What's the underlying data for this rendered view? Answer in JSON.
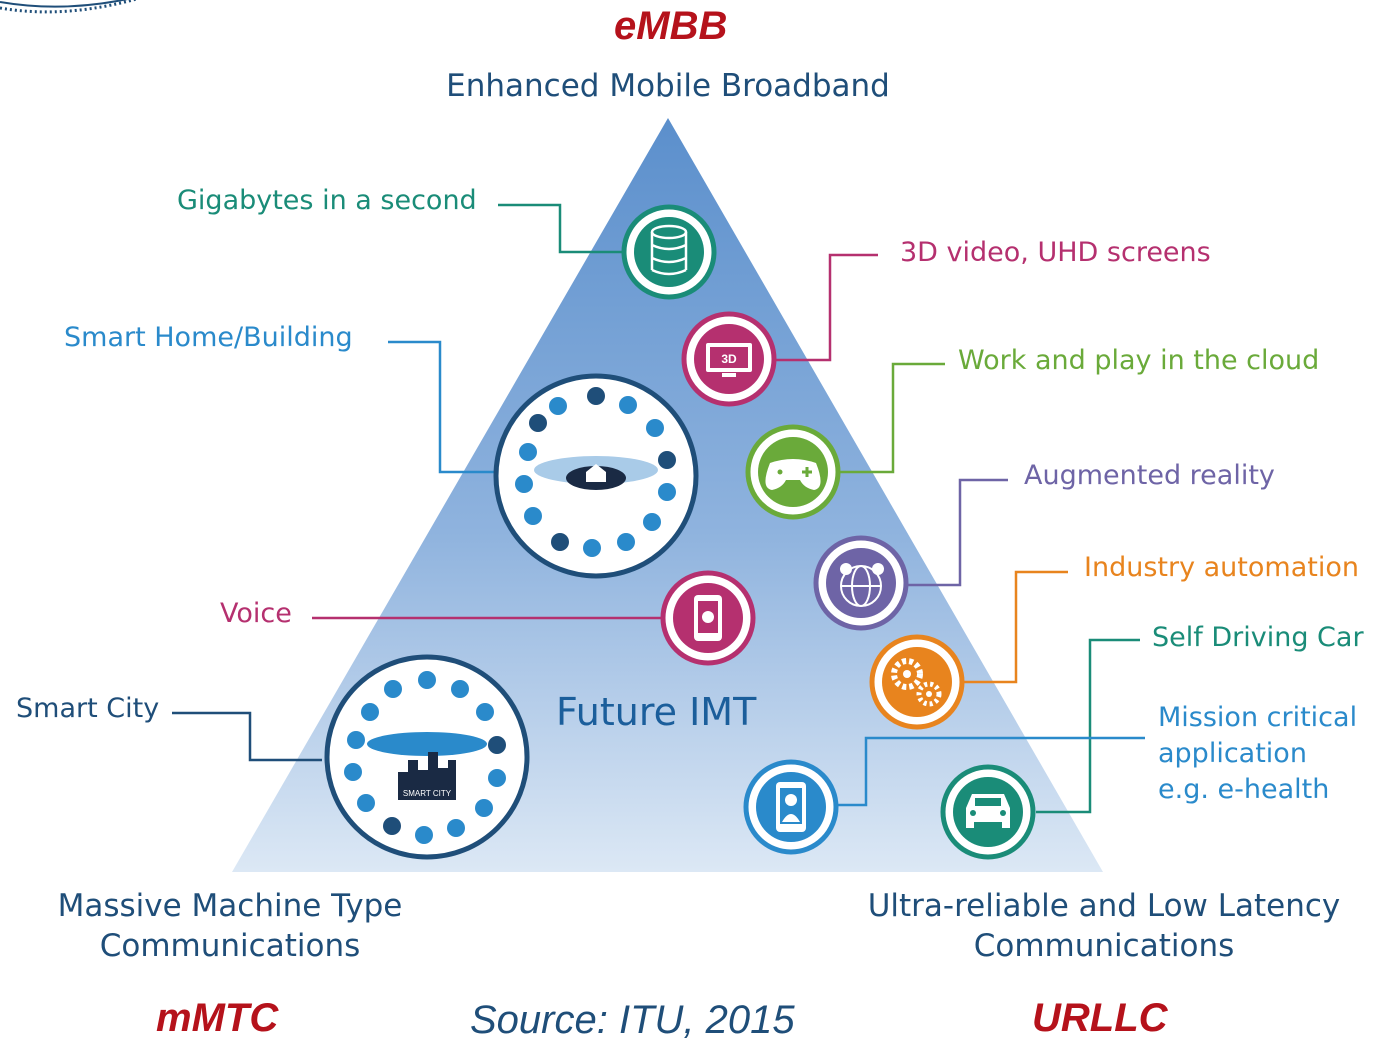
{
  "acronyms": {
    "embb": "eMBB",
    "mmtc": "mMTC",
    "urllc": "URLLC"
  },
  "corners": {
    "top": "Enhanced Mobile Broadband",
    "bottom_left": [
      "Massive Machine Type",
      "Communications"
    ],
    "bottom_right": [
      "Ultra-reliable and Low Latency",
      "Communications"
    ]
  },
  "center_label": "Future IMT",
  "source": "Source: ITU, 2015",
  "use_cases": [
    {
      "label": "Gigabytes in a second",
      "color": "#1a8c78",
      "icon": "database-icon"
    },
    {
      "label": "3D video, UHD screens",
      "color": "#b5306f",
      "icon": "3d-screen-icon",
      "icon_text": "3D"
    },
    {
      "label": "Smart Home/Building",
      "color": "#2a8acb",
      "icon": "smart-home-icon"
    },
    {
      "label": "Work and play in the cloud",
      "color": "#6aaa3a",
      "icon": "gamepad-icon"
    },
    {
      "label": "Augmented reality",
      "color": "#6e64a6",
      "icon": "augmented-reality-globe-icon"
    },
    {
      "label": "Industry automation",
      "color": "#e8841e",
      "icon": "gears-icon"
    },
    {
      "label": "Voice",
      "color": "#b5306f",
      "icon": "phone-icon"
    },
    {
      "label": "Self Driving Car",
      "color": "#1a8c78",
      "icon": "car-icon"
    },
    {
      "label": "Smart City",
      "color": "#1f4e79",
      "icon": "smart-city-icon",
      "icon_text": "SMART CITY"
    },
    {
      "label": "Mission critical\napplication\ne.g. e-health",
      "color": "#2a8acb",
      "icon": "medical-phone-icon"
    }
  ],
  "colors": {
    "triangle_top": "#5b8fcc",
    "triangle_bottom": "#dce8f5",
    "acronym_red": "#b5121b",
    "navy": "#1f4e79"
  }
}
